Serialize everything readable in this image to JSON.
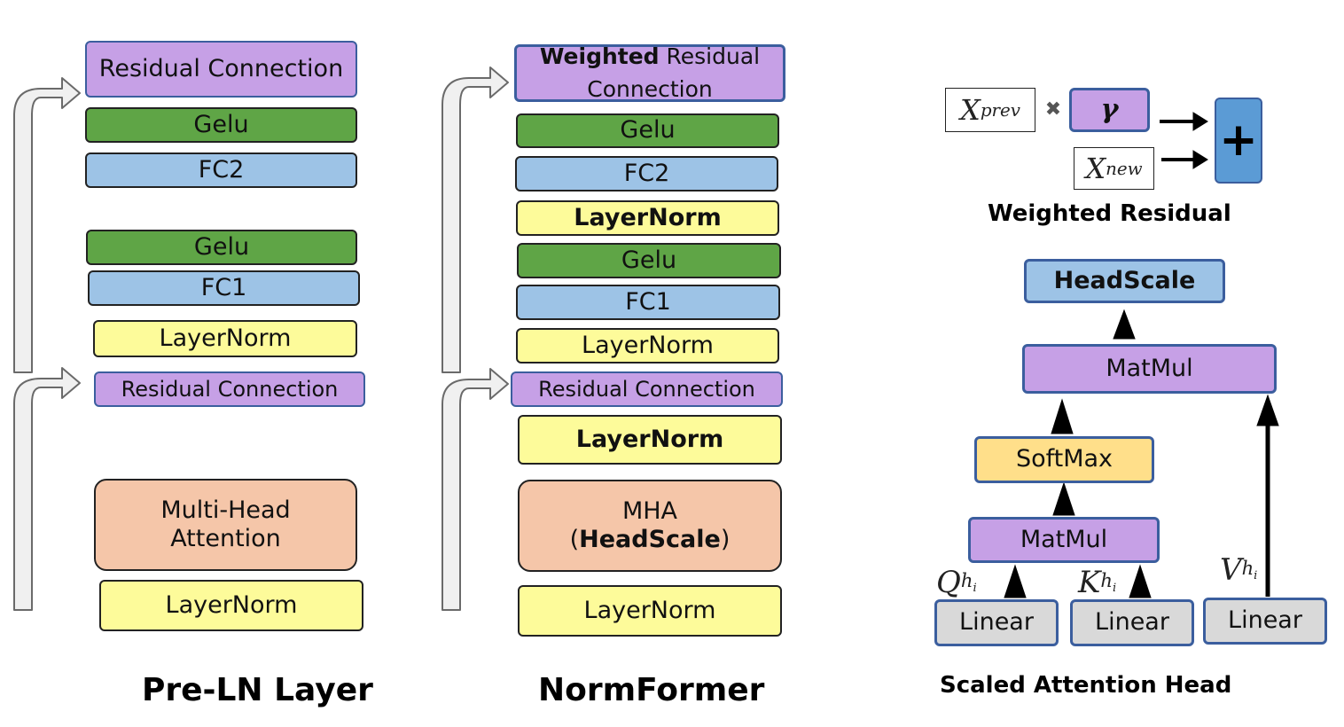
{
  "prelayer": {
    "title": "Pre-LN Layer",
    "residual_top": "Residual Connection",
    "gelu_top": "Gelu",
    "fc2": "FC2",
    "gelu_bottom": "Gelu",
    "fc1": "FC1",
    "layernorm_ffn": "LayerNorm",
    "residual_mid": "Residual Connection",
    "mha_line1": "Multi-Head",
    "mha_line2": "Attention",
    "layernorm_attn": "LayerNorm"
  },
  "normformer": {
    "title": "NormFormer",
    "residual_top_bold": "Weighted",
    "residual_top_rest": "Residual",
    "residual_top_line2": "Connection",
    "gelu_top": "Gelu",
    "fc2": "FC2",
    "layernorm_bold_ffn": "LayerNorm",
    "gelu_bottom": "Gelu",
    "fc1": "FC1",
    "layernorm_ffn": "LayerNorm",
    "residual_mid": "Residual Connection",
    "layernorm_bold_attn": "LayerNorm",
    "mha_line1": "MHA",
    "mha_open": "(",
    "mha_headscale": "HeadScale",
    "mha_close": ")",
    "layernorm_attn": "LayerNorm"
  },
  "weighted_residual": {
    "caption": "Weighted Residual",
    "x_prev_base": "X",
    "x_prev_sub": "prev",
    "multiply": "✖",
    "gamma": "γ",
    "x_new_base": "X",
    "x_new_sub": "new",
    "plus": "+"
  },
  "scaled_attention": {
    "caption": "Scaled Attention Head",
    "headscale": "HeadScale",
    "matmul_top": "MatMul",
    "softmax": "SoftMax",
    "matmul_bottom": "MatMul",
    "q_base": "Q",
    "q_sub": "h",
    "q_subsub": "i",
    "k_base": "K",
    "k_sub": "h",
    "k_subsub": "i",
    "v_base": "V",
    "v_sub": "h",
    "v_subsub": "i",
    "linear_q": "Linear",
    "linear_k": "Linear",
    "linear_v": "Linear"
  }
}
